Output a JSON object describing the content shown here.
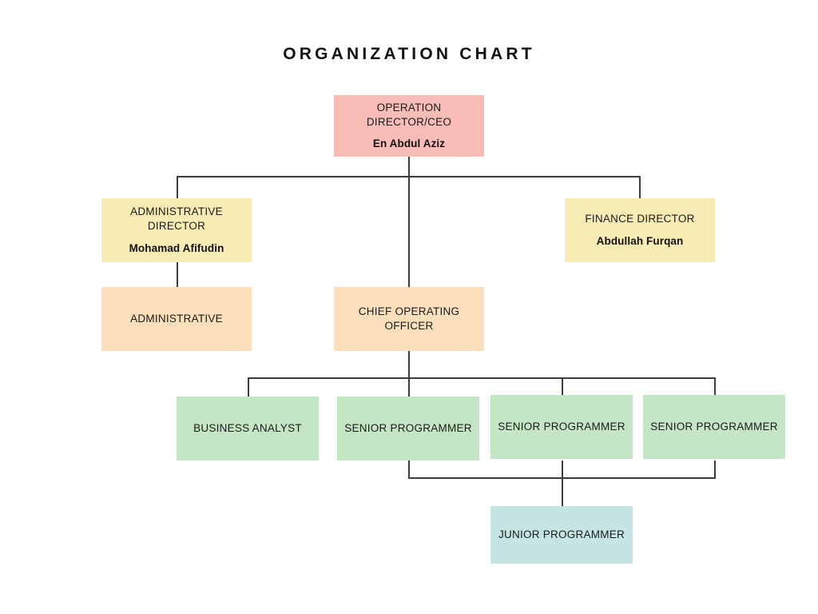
{
  "page": {
    "title": "ORGANIZATION CHART",
    "background": "#ffffff"
  },
  "palette": {
    "ceo_pink": "#f9bcb7",
    "director_yellow": "#f8ecb4",
    "operations_orange": "#fbdfbb",
    "staff_green": "#c5e6c5",
    "junior_blue": "#c5e5e5",
    "connector_line": "#3c3c3c",
    "text": "#1a1a1a"
  },
  "nodes": {
    "ceo": {
      "role": "OPERATION\nDIRECTOR/CEO",
      "person": "En Abdul Aziz"
    },
    "administrative_director": {
      "role": "ADMINISTRATIVE\nDIRECTOR",
      "person": "Mohamad Afifudin"
    },
    "finance_director": {
      "role": "FINANCE DIRECTOR",
      "person": "Abdullah Furqan"
    },
    "administrative": {
      "role": "ADMINISTRATIVE"
    },
    "chief_operating_officer": {
      "role": "CHIEF OPERATING\nOFFICER"
    },
    "business_analyst": {
      "role": "BUSINESS ANALYST"
    },
    "senior_programmer_1": {
      "role": "SENIOR PROGRAMMER"
    },
    "senior_programmer_2": {
      "role": "SENIOR PROGRAMMER"
    },
    "senior_programmer_3": {
      "role": "SENIOR PROGRAMMER"
    },
    "junior_programmer": {
      "role": "JUNIOR PROGRAMMER"
    }
  },
  "chart_data": {
    "type": "diagram",
    "title": "ORGANIZATION CHART",
    "hierarchy": [
      {
        "id": "ceo",
        "role": "OPERATION DIRECTOR/CEO",
        "person": "En Abdul Aziz",
        "level": 1,
        "color": "#f9bcb7",
        "children": [
          "administrative_director",
          "chief_operating_officer",
          "finance_director"
        ]
      },
      {
        "id": "administrative_director",
        "role": "ADMINISTRATIVE DIRECTOR",
        "person": "Mohamad Afifudin",
        "level": 2,
        "color": "#f8ecb4",
        "children": [
          "administrative"
        ]
      },
      {
        "id": "finance_director",
        "role": "FINANCE DIRECTOR",
        "person": "Abdullah Furqan",
        "level": 2,
        "color": "#f8ecb4",
        "children": []
      },
      {
        "id": "administrative",
        "role": "ADMINISTRATIVE",
        "person": "",
        "level": 3,
        "color": "#fbdfbb",
        "children": []
      },
      {
        "id": "chief_operating_officer",
        "role": "CHIEF OPERATING OFFICER",
        "person": "",
        "level": 3,
        "color": "#fbdfbb",
        "children": [
          "business_analyst",
          "senior_programmer_1",
          "senior_programmer_2",
          "senior_programmer_3"
        ]
      },
      {
        "id": "business_analyst",
        "role": "BUSINESS ANALYST",
        "person": "",
        "level": 4,
        "color": "#c5e6c5",
        "children": []
      },
      {
        "id": "senior_programmer_1",
        "role": "SENIOR PROGRAMMER",
        "person": "",
        "level": 4,
        "color": "#c5e6c5",
        "children": [
          "junior_programmer"
        ]
      },
      {
        "id": "senior_programmer_2",
        "role": "SENIOR PROGRAMMER",
        "person": "",
        "level": 4,
        "color": "#c5e6c5",
        "children": [
          "junior_programmer"
        ]
      },
      {
        "id": "senior_programmer_3",
        "role": "SENIOR PROGRAMMER",
        "person": "",
        "level": 4,
        "color": "#c5e6c5",
        "children": [
          "junior_programmer"
        ]
      },
      {
        "id": "junior_programmer",
        "role": "JUNIOR PROGRAMMER",
        "person": "",
        "level": 5,
        "color": "#c5e5e5",
        "children": []
      }
    ],
    "levels": 5,
    "node_count": 10
  }
}
